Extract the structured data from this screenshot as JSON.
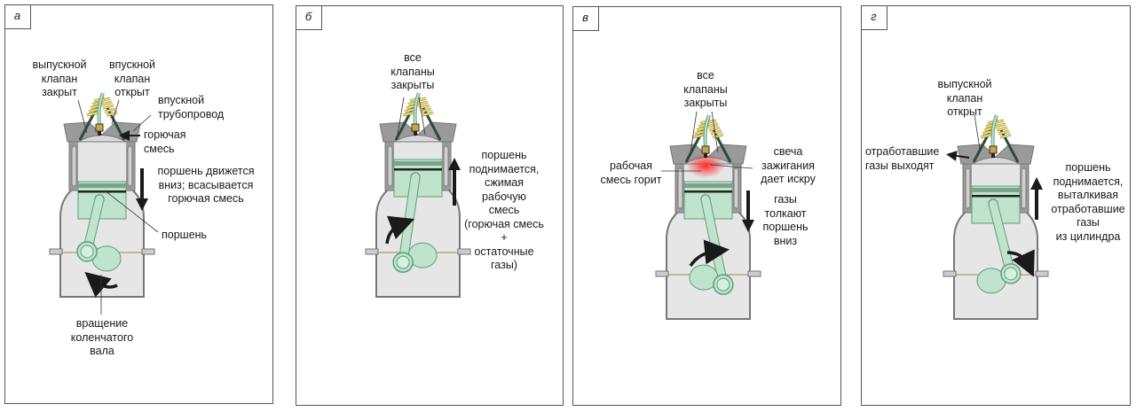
{
  "colors": {
    "block_gray": "#9a9a9a",
    "block_light": "#e6e6e6",
    "piston_green": "#bfe3cc",
    "piston_stroke": "#5f9f7a",
    "spring_yellow": "#e8dc7a",
    "spark_red": "#ff2a2a",
    "border": "#555555"
  },
  "panels": [
    {
      "tag": "а",
      "labels": {
        "exhaust_valve": [
          "выпускной",
          "клапан",
          "закрыт"
        ],
        "intake_valve": [
          "впускной",
          "клапан",
          "открыт"
        ],
        "intake_manifold": [
          "впускной",
          "трубопровод"
        ],
        "fuel_mixture": [
          "горючая",
          "смесь"
        ],
        "motion": [
          "поршень движется",
          "вниз; всасывается",
          "горючая смесь"
        ],
        "piston": [
          "поршень"
        ],
        "crank_rotation": [
          "вращение",
          "коленчатого",
          "вала"
        ]
      },
      "arrow": "down"
    },
    {
      "tag": "б",
      "labels": {
        "valves": [
          "все",
          "клапаны",
          "закрыты"
        ],
        "motion": [
          "поршень",
          "поднимается,",
          "сжимая",
          "рабочую",
          "смесь",
          "(горючая смесь",
          "+",
          "остаточные",
          "газы)"
        ]
      },
      "arrow": "up"
    },
    {
      "tag": "в",
      "labels": {
        "valves": [
          "все",
          "клапаны",
          "закрыты"
        ],
        "burning": [
          "рабочая",
          "смесь горит"
        ],
        "spark_plug": [
          "свеча",
          "зажигания",
          "дает искру"
        ],
        "motion": [
          "газы",
          "толкают",
          "поршень",
          "вниз"
        ]
      },
      "arrow": "down"
    },
    {
      "tag": "г",
      "labels": {
        "exhaust_valve": [
          "выпускной",
          "клапан",
          "открыт"
        ],
        "exhaust_gases": [
          "отработавшие",
          "газы выходят"
        ],
        "motion": [
          "поршень",
          "поднимается,",
          "выталкивая",
          "отработавшие",
          "газы",
          "из цилиндра"
        ]
      },
      "arrow": "up"
    }
  ]
}
